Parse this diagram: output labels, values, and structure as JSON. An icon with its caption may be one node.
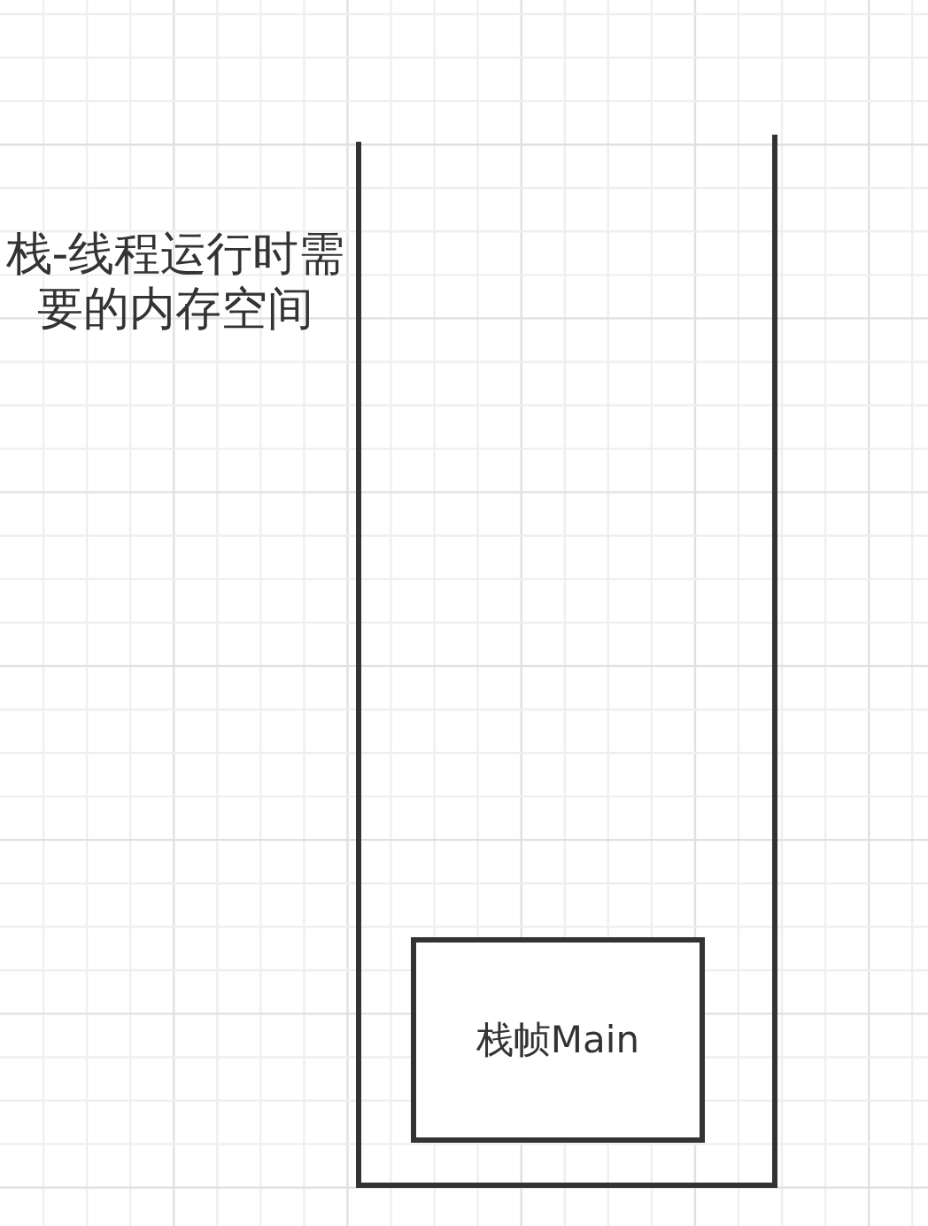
{
  "diagram": {
    "nodes": [
      {
        "text": [
          "栈-线程运行时需要的内存空间"
        ]
      },
      {
        "text": [
          "栈帧Main"
        ],
        "in": 0
      }
    ]
  }
}
